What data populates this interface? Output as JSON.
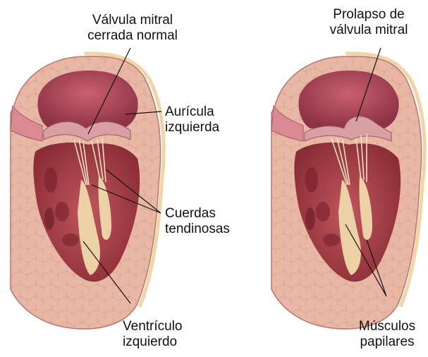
{
  "labels": {
    "normal_valve": [
      "Válvula mitral",
      "cerrada normal"
    ],
    "left_atrium": [
      "Aurícula",
      "izquierda"
    ],
    "chordae": [
      "Cuerdas",
      "tendinosas"
    ],
    "left_ventricle": [
      "Ventrículo",
      "izquierdo"
    ],
    "prolapse": [
      "Prolapso de",
      "válvula mitral"
    ],
    "papillary": [
      "Músculos",
      "papilares"
    ]
  },
  "colors": {
    "wall": "#e9b8a4",
    "wall_dark": "#c98c86",
    "outer_rim": "#f2d4a6",
    "atrium": "#a8455a",
    "atrium_light": "#d98a93",
    "ventricle": "#b2434c",
    "ventricle_dark": "#7e2530",
    "valve": "#d9a0a4",
    "chordae": "#f3e3bf",
    "papillary": "#ecd0a6"
  }
}
